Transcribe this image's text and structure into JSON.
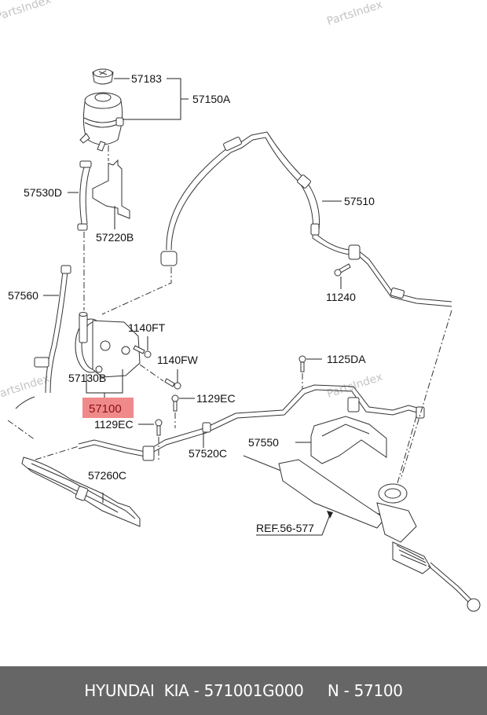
{
  "watermark": "PartsIndex",
  "diagram": {
    "title": "Power steering pump and hoses",
    "labels": [
      {
        "id": "57183",
        "text": "57183"
      },
      {
        "id": "57150A",
        "text": "57150A"
      },
      {
        "id": "57530D",
        "text": "57530D"
      },
      {
        "id": "57220B",
        "text": "57220B"
      },
      {
        "id": "57510",
        "text": "57510"
      },
      {
        "id": "57560",
        "text": "57560"
      },
      {
        "id": "11240",
        "text": "11240"
      },
      {
        "id": "1140FT",
        "text": "1140FT"
      },
      {
        "id": "1140FW",
        "text": "1140FW"
      },
      {
        "id": "57130B",
        "text": "57130B"
      },
      {
        "id": "1125DA",
        "text": "1125DA"
      },
      {
        "id": "1129EC_a",
        "text": "1129EC"
      },
      {
        "id": "1129EC_b",
        "text": "1129EC"
      },
      {
        "id": "57520C",
        "text": "57520C"
      },
      {
        "id": "57260C",
        "text": "57260C"
      },
      {
        "id": "57550",
        "text": "57550"
      },
      {
        "id": "ref",
        "text": "REF.56-577"
      }
    ],
    "highlighted": {
      "text": "57100",
      "fill": "#f08a8a",
      "text_color": "#8b1010"
    }
  },
  "footer": {
    "text": "HYUNDAI  KIA - 571001G000     N - 57100",
    "background": "#666666"
  }
}
